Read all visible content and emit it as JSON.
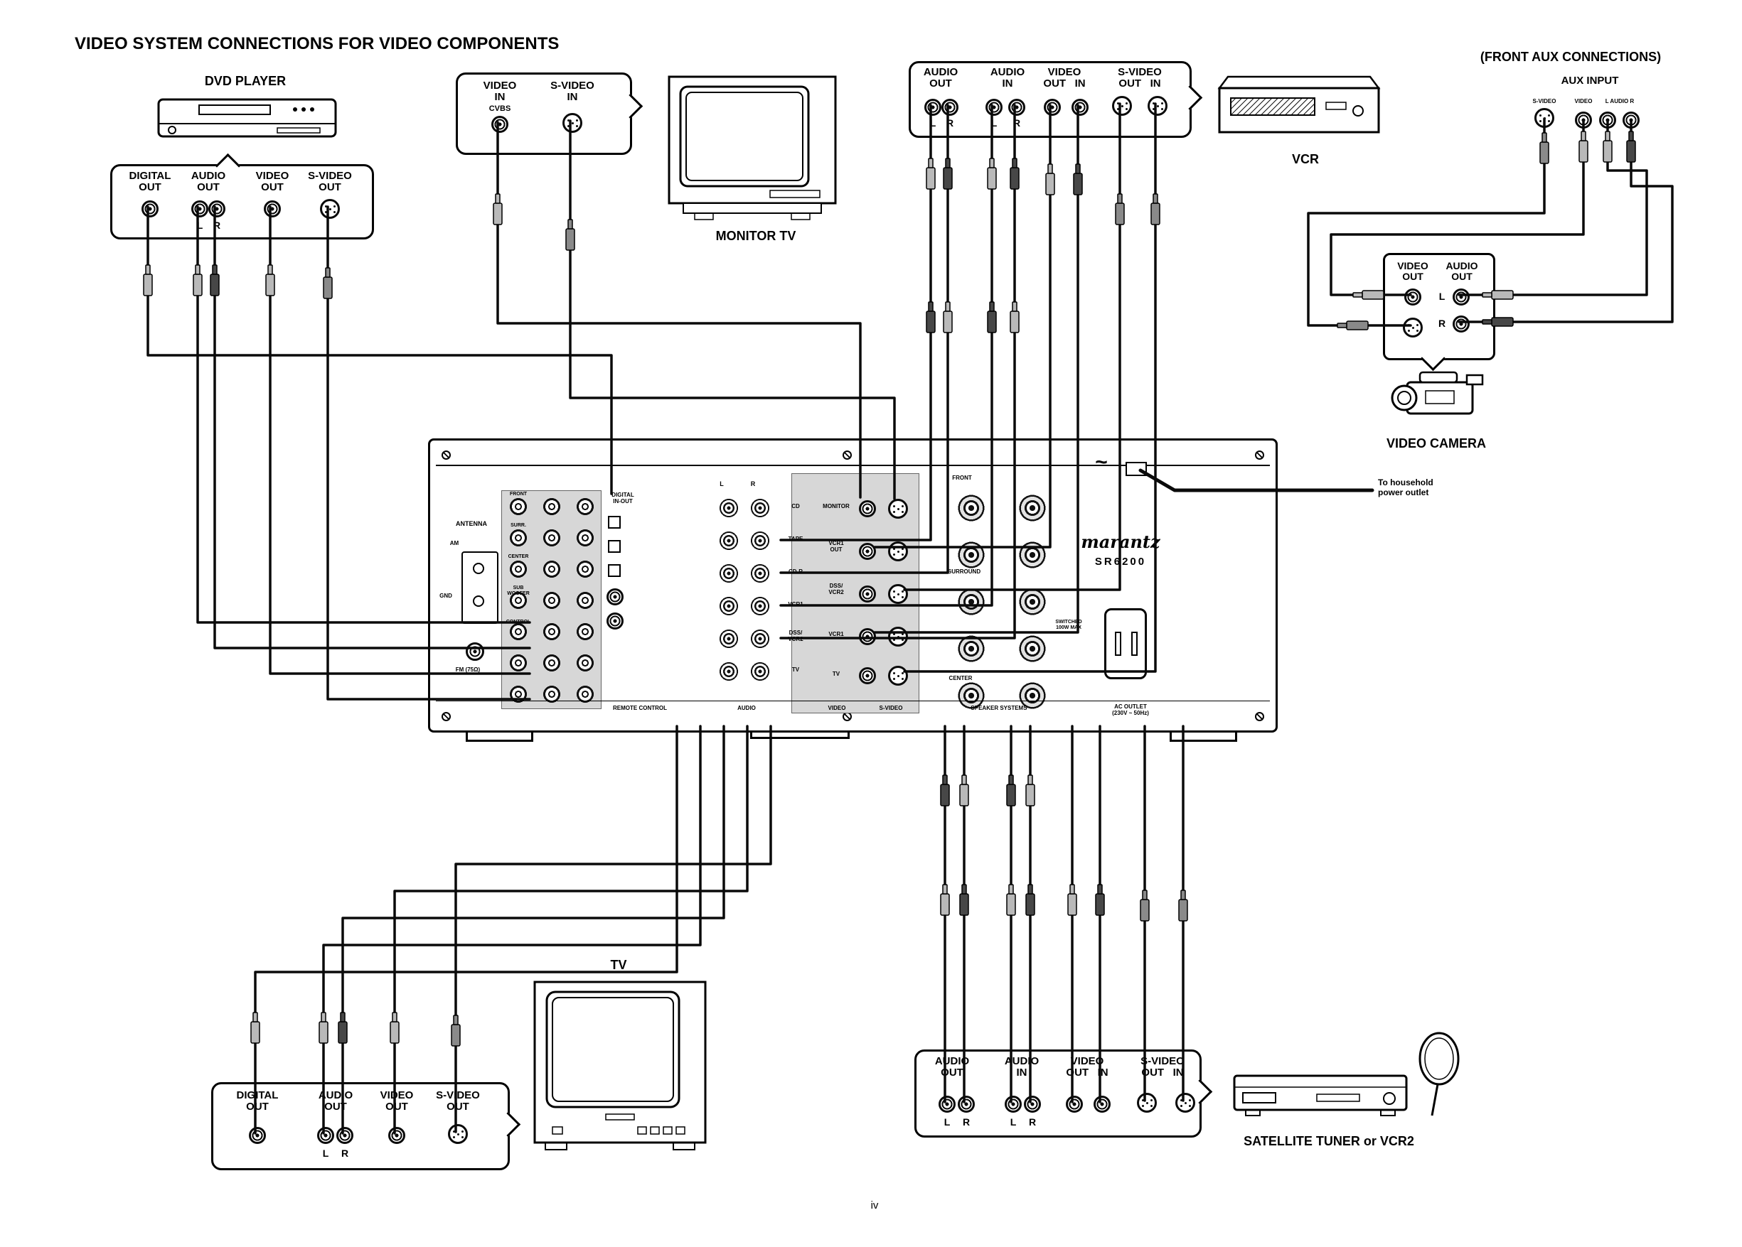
{
  "title": "VIDEO SYSTEM CONNECTIONS FOR VIDEO COMPONENTS",
  "page_number": "iv",
  "note_power": "To household\npower outlet",
  "devices": {
    "dvd": "DVD PLAYER",
    "monitor_tv": "MONITOR TV",
    "vcr": "VCR",
    "video_camera": "VIDEO CAMERA",
    "tv": "TV",
    "satellite": "SATELLITE TUNER or VCR2"
  },
  "front_aux": {
    "title": "(FRONT AUX CONNECTIONS)",
    "input_label": "AUX INPUT",
    "jack_svideo": "S-VIDEO",
    "jack_video": "VIDEO",
    "jack_audio": "L AUDIO R"
  },
  "dvd_box": {
    "digital": "DIGITAL\nOUT",
    "audio": "AUDIO\nOUT",
    "video": "VIDEO\nOUT",
    "svideo": "S-VIDEO\nOUT",
    "l": "L",
    "r": "R"
  },
  "monitor_box": {
    "video_in": "VIDEO\nIN",
    "cvbs": "CVBS",
    "svideo_in": "S-VIDEO\nIN"
  },
  "vcr_box": {
    "audio_out": "AUDIO\nOUT",
    "audio_in": "AUDIO\nIN",
    "video": "VIDEO\nOUT   IN",
    "svideo": "S-VIDEO\nOUT   IN",
    "l": "L",
    "r": "R"
  },
  "camera_box": {
    "video_out": "VIDEO\nOUT",
    "audio_out": "AUDIO\nOUT",
    "l": "L",
    "r": "R"
  },
  "tv_box": {
    "digital": "DIGITAL\nOUT",
    "audio": "AUDIO\nOUT",
    "video": "VIDEO\nOUT",
    "svideo": "S-VIDEO\nOUT",
    "l": "L",
    "r": "R"
  },
  "sat_box": {
    "audio_out": "AUDIO\nOUT",
    "audio_in": "AUDIO\nIN",
    "video": "VIDEO\nOUT   IN",
    "svideo": "S-VIDEO\nOUT   IN",
    "l": "L",
    "r": "R"
  },
  "receiver": {
    "brand": "marantz",
    "model": "SR6200",
    "tilde": "~",
    "antenna": "ANTENNA",
    "am": "AM",
    "gnd": "GND",
    "fm": "FM (75Ω)",
    "digital_io": "DIGITAL\nIN-OUT",
    "preout_labels": [
      "FRONT",
      "SURR.",
      "CENTER",
      "SUB\nWOOFER",
      "CONTROL"
    ],
    "audio_l": "L",
    "audio_r": "R",
    "audio_rows": [
      "CD",
      "TAPE",
      "CD-R",
      "VCR1",
      "DSS/\nVCR2",
      "TV"
    ],
    "video_rows": [
      "MONITOR",
      "VCR1\nOUT",
      "DSS/\nVCR2",
      "VCR1",
      "TV"
    ],
    "speaker_front": "FRONT",
    "speaker_surround": "SURROUND",
    "speaker_center": "CENTER",
    "switched": "SWITCHED\n100W MAX",
    "bottom_labels": [
      "REMOTE CONTROL",
      "AUDIO",
      "VIDEO",
      "S-VIDEO",
      "SPEAKER SYSTEMS",
      "AC OUTLET\n(230V ~ 50Hz)"
    ]
  }
}
